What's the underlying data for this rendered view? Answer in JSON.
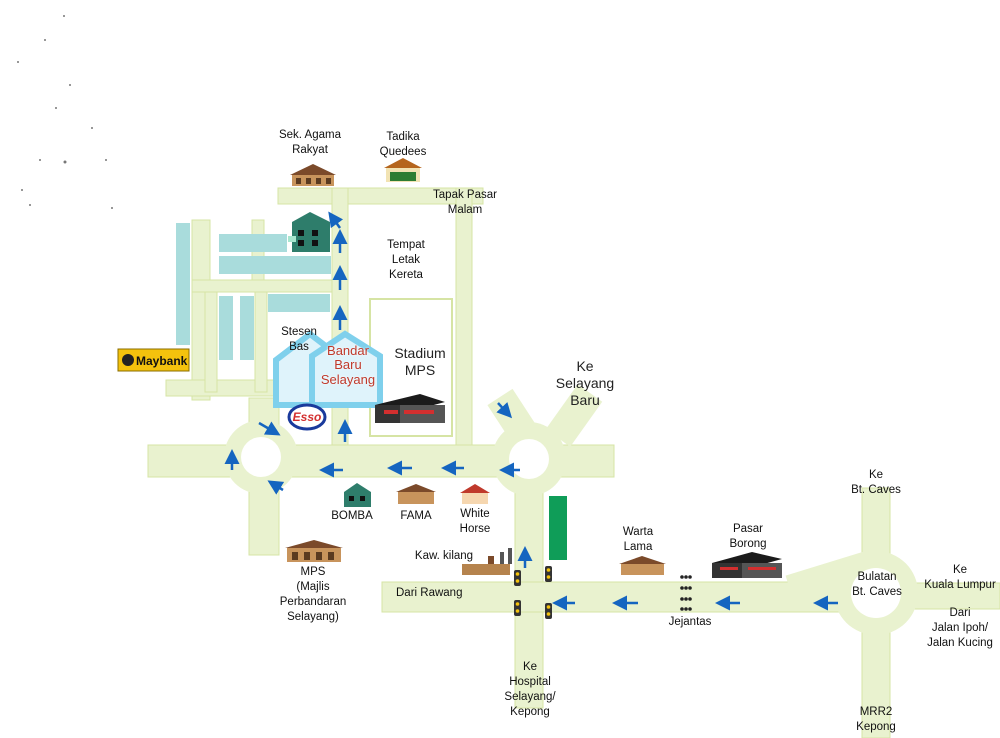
{
  "colors": {
    "road": "#e9f2cf",
    "road_edge": "#d7e5a8",
    "block": "#a9dcdc",
    "arrow": "#1565c0",
    "green_strip": "#0f9d58",
    "maybank_yellow": "#f4c20d",
    "esso_red": "#d32f2f",
    "esso_blue": "#1a3a9c",
    "house_blue": "#7fd0ec"
  },
  "labels": {
    "sek_agama": "Sek. Agama\nRakyat",
    "tadika": "Tadika\nQuedees",
    "tapak_pasar": "Tapak Pasar\nMalam",
    "tempat_letak": "Tempat\nLetak\nKereta",
    "stesen_bas": "Stesen\nBas",
    "bandar_baru": "Bandar\nBaru\nSelayang",
    "stadium": "Stadium\nMPS",
    "ke_selayang_baru": "Ke\nSelayang\nBaru",
    "bomba": "BOMBA",
    "fama": "FAMA",
    "white_horse": "White\nHorse",
    "kaw_kilang": "Kaw. kilang",
    "mps": "MPS\n(Majlis\nPerbandaran\nSelayang)",
    "dari_rawang": "Dari Rawang",
    "warta_lama": "Warta\nLama",
    "pasar_borong": "Pasar\nBorong",
    "jejantas": "Jejantas",
    "ke_hospital": "Ke\nHospital\nSelayang/\nKepong",
    "ke_bt_caves": "Ke\nBt. Caves",
    "bulatan": "Bulatan\nBt. Caves",
    "ke_kuala_lumpur": "Ke\nKuala Lumpur",
    "dari_jalan_ipoh": "Dari\nJalan Ipoh/\nJalan Kucing",
    "mrr2": "MRR2\nKepong"
  },
  "logos": {
    "maybank": "Maybank",
    "esso": "Esso"
  },
  "icons": {
    "road_arrow": "arrow-icon",
    "traffic_light": "traffic-light-icon",
    "building": "building-icon",
    "house": "house-icon"
  }
}
